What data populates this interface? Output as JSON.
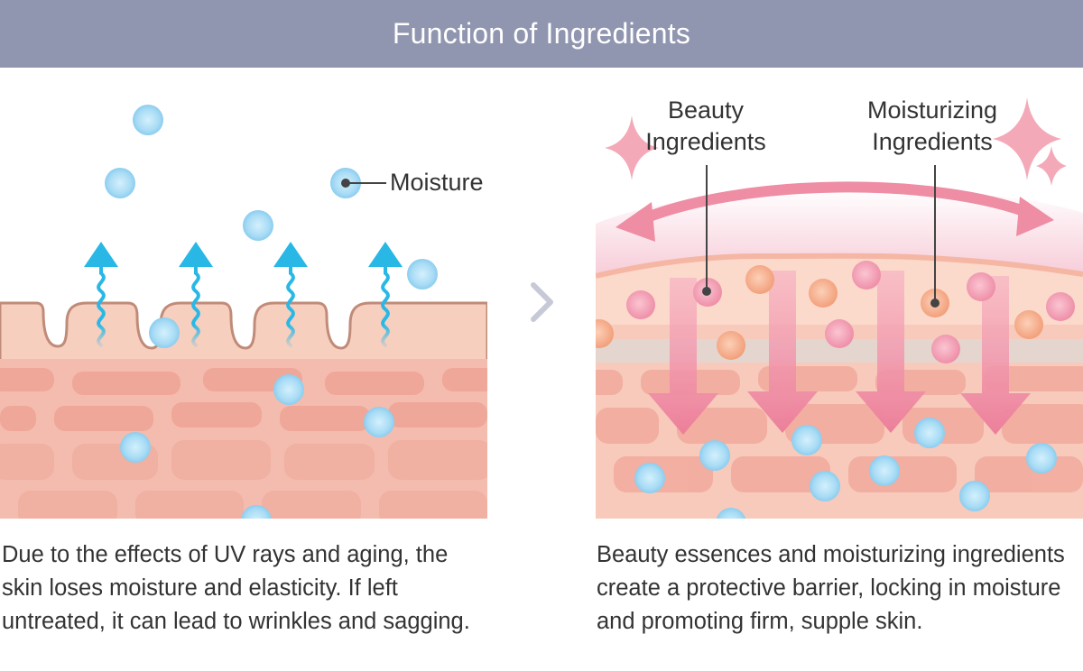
{
  "header": {
    "title": "Function of Ingredients"
  },
  "left_panel": {
    "moisture_label": "Moisture",
    "caption": "Due to the effects of UV rays and aging, the skin loses moisture and elasticity. If left untreated, it can lead to wrinkles and sagging."
  },
  "right_panel": {
    "beauty_label_line1": "Beauty",
    "beauty_label_line2": "Ingredients",
    "moisturizing_label_line1": "Moisturizing",
    "moisturizing_label_line2": "Ingredients",
    "caption": "Beauty essences and moisturizing ingredients create a protective barrier, locking in moisture and promoting firm, supple skin."
  },
  "colors": {
    "header_bg": "#9196b0",
    "moisture_droplet": "#a9dcf5",
    "uv_arrow": "#29b8e6",
    "skin_base": "#f6c8b8",
    "skin_cell": "#f0a89a",
    "beauty_ingredient": "#f08fa8",
    "moisturizing_ingredient": "#f3a27e",
    "barrier_arrow": "#ee8da3"
  }
}
